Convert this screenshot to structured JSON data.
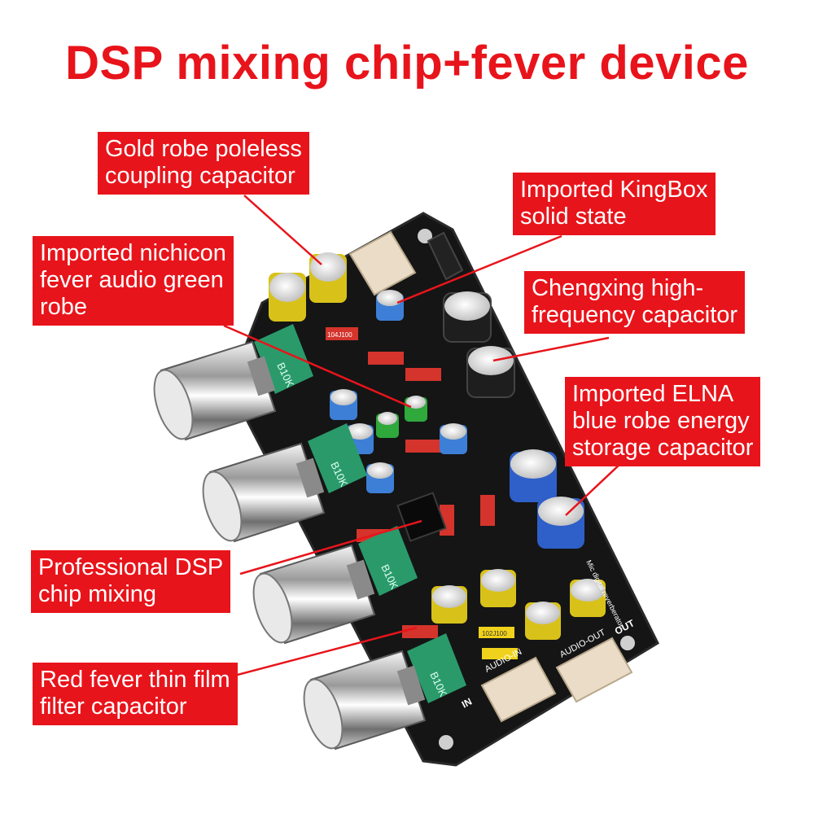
{
  "title": "DSP mixing chip+fever device",
  "colors": {
    "accent": "#e8141b",
    "callout_text": "#ffffff",
    "board": "#141414"
  },
  "callouts": [
    {
      "label": "Gold robe poleless\ncoupling capacitor"
    },
    {
      "label": "Imported KingBox\nsolid state"
    },
    {
      "label": "Imported nichicon\nfever audio green\nrobe"
    },
    {
      "label": "Chengxing high-\nfrequency capacitor"
    },
    {
      "label": "Imported ELNA\nblue robe energy\nstorage capacitor"
    },
    {
      "label": "Professional DSP\nchip mixing"
    },
    {
      "label": "Red fever thin film\nfilter capacitor"
    }
  ],
  "board_labels": {
    "audio_in": "AUDIO-IN",
    "audio_out": "AUDIO-OUT",
    "in": "IN",
    "out": "OUT",
    "pot": "B10K",
    "cap_red": "104J100",
    "cap_yellow": "102J100",
    "silk": "Mic digital reverberator"
  }
}
